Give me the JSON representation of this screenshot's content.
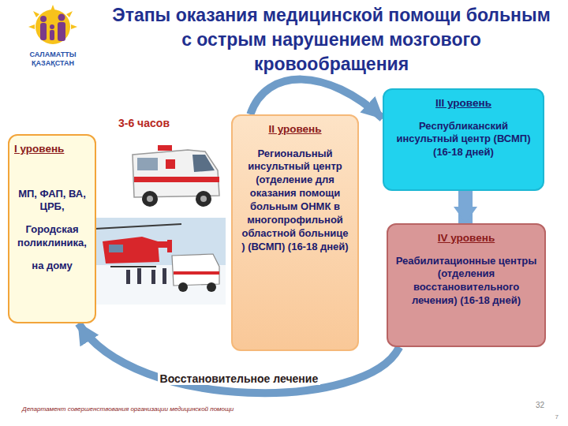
{
  "diagram": {
    "title": "Этапы оказания медицинской помощи больным с острым нарушением мозгового кровообращения",
    "nodes": [
      {
        "text": [
          "I уровень",
          "МП, ФАП, ВА, ЦРБ,",
          "Городская поликлиника,",
          "на дому"
        ]
      },
      {
        "text": [
          "II уровень",
          "Региональный инсультный центр (отделение для оказания помощи больным ОНМК в многопрофильной областной больнице ) (ВСМП) (16-18 дней)"
        ]
      },
      {
        "text": [
          "III уровень",
          "Республиканский инсультный центр (ВСМП) (16-18 дней)"
        ]
      },
      {
        "text": [
          "IV уровень",
          "Реабилитационные центры (отделения восстановительного лечения) (16-18 дней)"
        ]
      }
    ],
    "edges": [
      {
        "from": 1,
        "to": 2,
        "arrow": "to"
      },
      {
        "from": 2,
        "to": 3,
        "arrow": "to"
      },
      {
        "from": 3,
        "to": 0,
        "label": "Восстановительное лечение",
        "arrow": "to"
      }
    ],
    "labels": [
      "САЛАМАТТЫ",
      "ҚАЗАҚСТАН",
      "3-6 часов",
      "Департамент совершенствования организации медицинской помощи",
      "32",
      "7"
    ]
  }
}
